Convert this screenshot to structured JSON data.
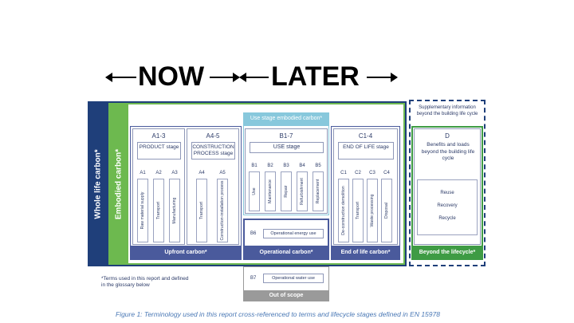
{
  "header": {
    "now": "NOW",
    "later": "LATER"
  },
  "bars": {
    "whole_life": "Whole life carbon*",
    "embodied": "Embodied carbon*"
  },
  "use_stage_embodied": "Use stage embodied carbon*",
  "supplementary": "Supplementary information beyond the building life cycle",
  "stages": {
    "a13": {
      "code": "A1-3",
      "name": "PRODUCT stage",
      "modules": [
        {
          "code": "A1",
          "label": "Raw material supply"
        },
        {
          "code": "A2",
          "label": "Transport"
        },
        {
          "code": "A3",
          "label": "Manufacturing"
        }
      ]
    },
    "a45": {
      "code": "A4-5",
      "name": "CONSTRUCTION PROCESS stage",
      "modules": [
        {
          "code": "A4",
          "label": "Transport"
        },
        {
          "code": "A5",
          "label": "Construction-installation process"
        }
      ]
    },
    "b17": {
      "code": "B1-7",
      "name": "USE stage",
      "modules": [
        {
          "code": "B1",
          "label": "Use"
        },
        {
          "code": "B2",
          "label": "Maintenance"
        },
        {
          "code": "B3",
          "label": "Repair"
        },
        {
          "code": "B4",
          "label": "Refurbishment"
        },
        {
          "code": "B5",
          "label": "Replacement"
        }
      ],
      "b6": {
        "code": "B6",
        "label": "Operational energy use"
      },
      "b7": {
        "code": "B7",
        "label": "Operational water use"
      }
    },
    "c14": {
      "code": "C1-4",
      "name": "END OF LIFE stage",
      "modules": [
        {
          "code": "C1",
          "label": "De-construction demolition"
        },
        {
          "code": "C2",
          "label": "Transport"
        },
        {
          "code": "C3",
          "label": "Waste processing"
        },
        {
          "code": "C4",
          "label": "Disposal"
        }
      ]
    },
    "d": {
      "code": "D",
      "name": "Benefits and loads beyond the building life cycle",
      "items": [
        "Reuse",
        "Recovery",
        "Recycle"
      ]
    }
  },
  "bands": {
    "upfront": "Upfront carbon*",
    "operational": "Operational carbon*",
    "end_of_life": "End of life carbon*",
    "beyond": "Beyond the lifecycle*",
    "out_of_scope": "Out of scope"
  },
  "footnote": "*Terms used in this report and defined in the glossary below",
  "caption": "Figure 1: Terminology used in this report cross-referenced to terms and lifecycle stages defined in EN 15978",
  "colors": {
    "navy": "#1f3f7a",
    "green": "#6db94f",
    "band_blue": "#4a5a9c",
    "light_blue": "#88c8dc",
    "dark_green": "#3e9b44",
    "grey": "#9a9a9a"
  }
}
